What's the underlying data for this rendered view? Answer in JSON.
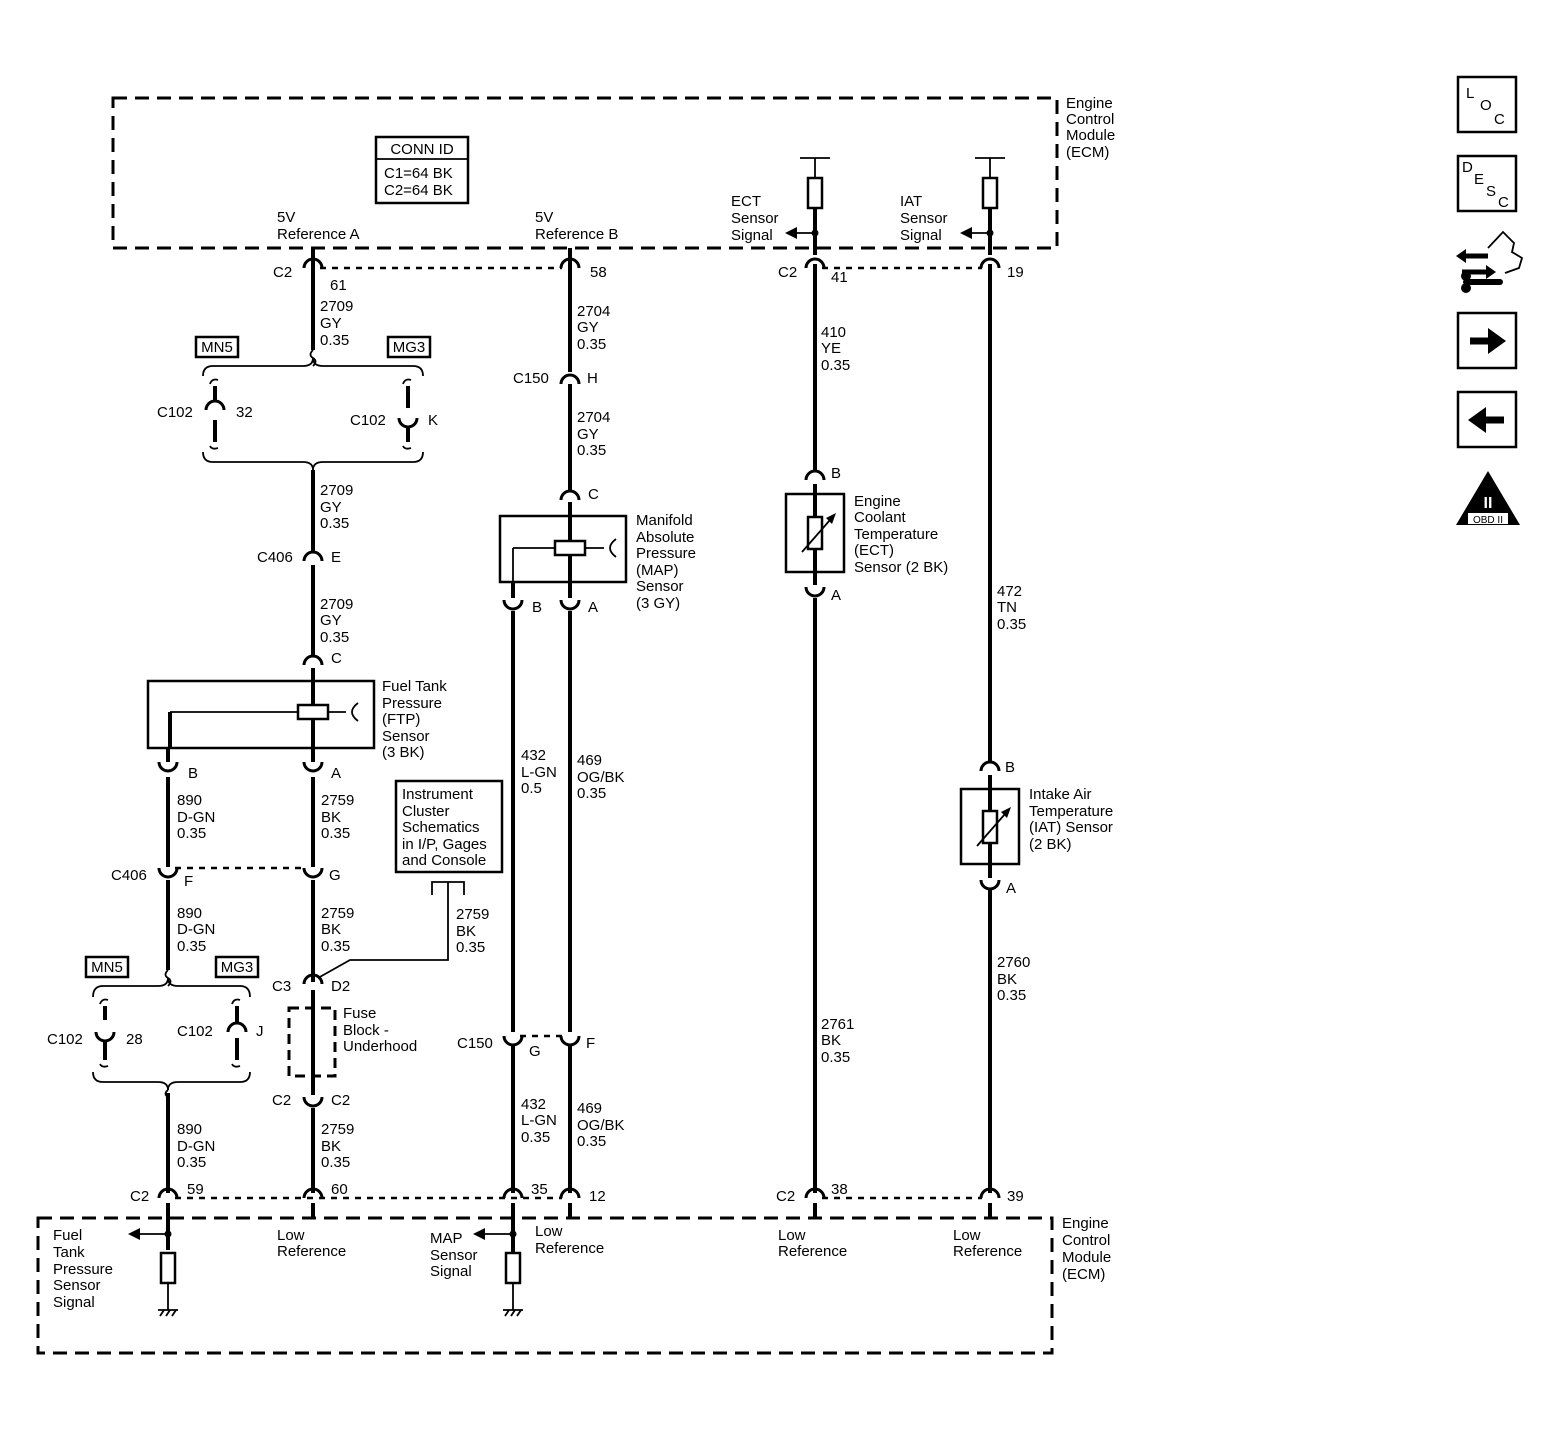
{
  "ecm_top": {
    "title": [
      "Engine",
      "Control",
      "Module",
      "(ECM)"
    ],
    "conn_id": {
      "header": "CONN ID",
      "lines": [
        "C1=64 BK",
        "C2=64 BK"
      ]
    },
    "ref_a": [
      "5V",
      "Reference A"
    ],
    "ref_b": [
      "5V",
      "Reference B"
    ],
    "ect_signal": [
      "ECT",
      "Sensor",
      "Signal"
    ],
    "iat_signal": [
      "IAT",
      "Sensor",
      "Signal"
    ]
  },
  "ecm_bottom": {
    "title": [
      "Engine",
      "Control",
      "Module",
      "(ECM)"
    ],
    "ftp_signal": [
      "Fuel",
      "Tank",
      "Pressure",
      "Sensor",
      "Signal"
    ],
    "map_signal": [
      "MAP",
      "Sensor",
      "Signal"
    ],
    "low_ref": [
      "Low",
      "Reference"
    ]
  },
  "connectors": {
    "c2": "C2",
    "c3": "C3",
    "c102": "C102",
    "c150": "C150",
    "c406": "C406",
    "pins": {
      "p61": "61",
      "p58": "58",
      "p41": "41",
      "p19": "19",
      "p59": "59",
      "p60": "60",
      "p35": "35",
      "p12": "12",
      "p38": "38",
      "p39": "39",
      "p32": "32",
      "pK": "K",
      "p28": "28",
      "pJ": "J",
      "pE": "E",
      "pC": "C",
      "pB": "B",
      "pA": "A",
      "pF": "F",
      "pG": "G",
      "pH": "H",
      "pD2": "D2",
      "pC2": "C2"
    }
  },
  "options": {
    "mn5": "MN5",
    "mg3": "MG3"
  },
  "wires": {
    "w2709": [
      "2709",
      "GY",
      "0.35"
    ],
    "w2704": [
      "2704",
      "GY",
      "0.35"
    ],
    "w410": [
      "410",
      "YE",
      "0.35"
    ],
    "w472": [
      "472",
      "TN",
      "0.35"
    ],
    "w890": [
      "890",
      "D-GN",
      "0.35"
    ],
    "w2759": [
      "2759",
      "BK",
      "0.35"
    ],
    "w432a": [
      "432",
      "L-GN",
      "0.5"
    ],
    "w432b": [
      "432",
      "L-GN",
      "0.35"
    ],
    "w469": [
      "469",
      "OG/BK",
      "0.35"
    ],
    "w2761": [
      "2761",
      "BK",
      "0.35"
    ],
    "w2760": [
      "2760",
      "BK",
      "0.35"
    ]
  },
  "components": {
    "ftp": [
      "Fuel Tank",
      "Pressure",
      "(FTP)",
      "Sensor",
      "(3 BK)"
    ],
    "map": [
      "Manifold",
      "Absolute",
      "Pressure",
      "(MAP)",
      "Sensor",
      "(3 GY)"
    ],
    "ect": [
      "Engine",
      "Coolant",
      "Temperature",
      "(ECT)",
      "Sensor (2 BK)"
    ],
    "iat": [
      "Intake Air",
      "Temperature",
      "(IAT) Sensor",
      "(2 BK)"
    ],
    "fuse_block": [
      "Fuse",
      "Block -",
      "Underhood"
    ],
    "instrument_cluster": [
      "Instrument",
      "Cluster",
      "Schematics",
      "in I/P, Gages",
      "and Console"
    ]
  },
  "side_icons": {
    "loc": [
      "L",
      "O",
      "C"
    ],
    "desc": [
      "D",
      "E",
      "S",
      "C"
    ],
    "obd": "OBD II",
    "obd_numeral": "II",
    "icon_names": [
      "loc-icon",
      "desc-icon",
      "connector-wrench-icon",
      "next-arrow-icon",
      "prev-arrow-icon",
      "obd-ii-icon"
    ]
  }
}
